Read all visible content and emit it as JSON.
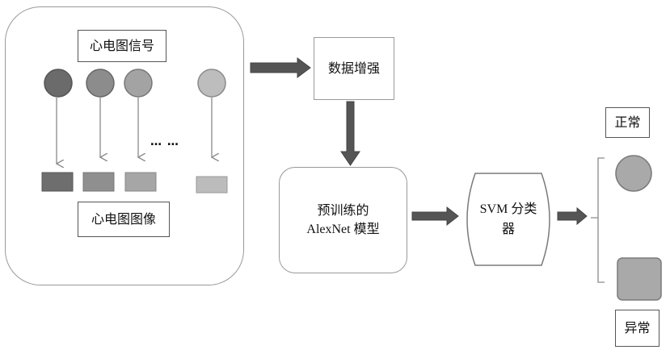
{
  "input_group": {
    "top_label": "心电图信号",
    "ellipsis": "… …",
    "bottom_label": "心电图图像"
  },
  "augment": {
    "label": "数据增强"
  },
  "model": {
    "line1": "预训练的",
    "line2": "AlexNet 模型"
  },
  "svm": {
    "line1": "SVM 分类",
    "line2": "器"
  },
  "outputs": {
    "normal_label": "正常",
    "abnormal_label": "异常"
  },
  "colors": {
    "arrow_dark": "#555555",
    "thin_arrow": "#8a8a8a",
    "circle_shades": [
      "#6b6b6b",
      "#8c8c8c",
      "#a3a3a3",
      "#bdbdbd"
    ],
    "rect_shades": [
      "#6e6e6e",
      "#8f8f8f",
      "#a6a6a6",
      "#bcbcbc"
    ],
    "output_fill": "#a9a9a9"
  }
}
